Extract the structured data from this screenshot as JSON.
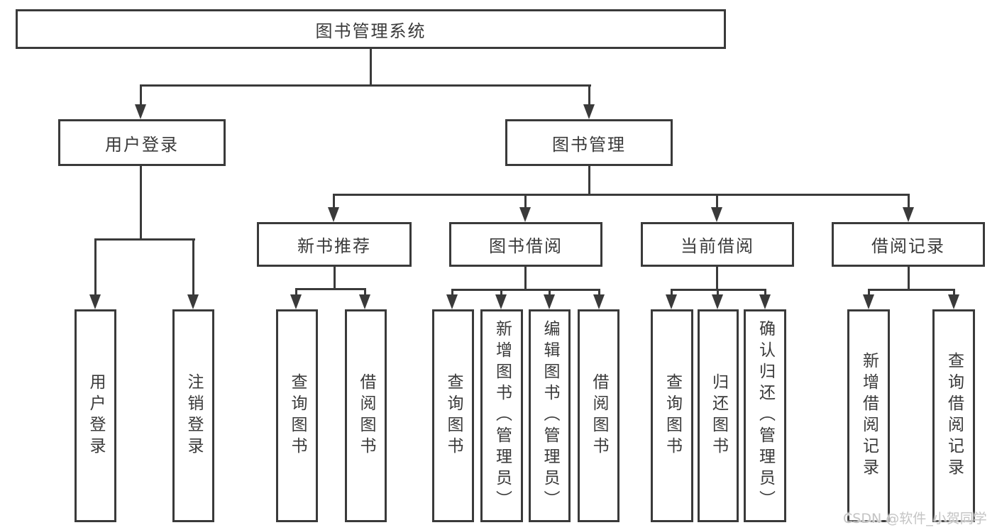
{
  "diagram": {
    "title": "图书管理系统",
    "root": {
      "label": "图书管理系统"
    },
    "level2": [
      {
        "label": "用户登录"
      },
      {
        "label": "图书管理"
      }
    ],
    "level3": [
      {
        "label": "新书推荐",
        "parent": "图书管理"
      },
      {
        "label": "图书借阅",
        "parent": "图书管理"
      },
      {
        "label": "当前借阅",
        "parent": "图书管理"
      },
      {
        "label": "借阅记录",
        "parent": "图书管理"
      }
    ],
    "leaves": [
      {
        "label": "用户登录",
        "parent": "用户登录"
      },
      {
        "label": "注销登录",
        "parent": "用户登录"
      },
      {
        "label": "查询图书",
        "parent": "新书推荐"
      },
      {
        "label": "借阅图书",
        "parent": "新书推荐"
      },
      {
        "label": "查询图书",
        "parent": "图书借阅"
      },
      {
        "label": "新增图书（管理员）",
        "parent": "图书借阅"
      },
      {
        "label": "编辑图书（管理员）",
        "parent": "图书借阅"
      },
      {
        "label": "借阅图书",
        "parent": "图书借阅"
      },
      {
        "label": "查询图书",
        "parent": "当前借阅"
      },
      {
        "label": "归还图书",
        "parent": "当前借阅"
      },
      {
        "label": "确认归还（管理员）",
        "parent": "当前借阅"
      },
      {
        "label": "新增借阅记录",
        "parent": "借阅记录"
      },
      {
        "label": "查询借阅记录",
        "parent": "借阅记录"
      }
    ],
    "watermark": "CSDN @软件_小贺同学",
    "colors": {
      "line": "#3a3a3a",
      "text": "#3a3a3a",
      "box_background": "#ffffff",
      "page_background": "#ffffff",
      "watermark": "#c4c4c4"
    }
  }
}
